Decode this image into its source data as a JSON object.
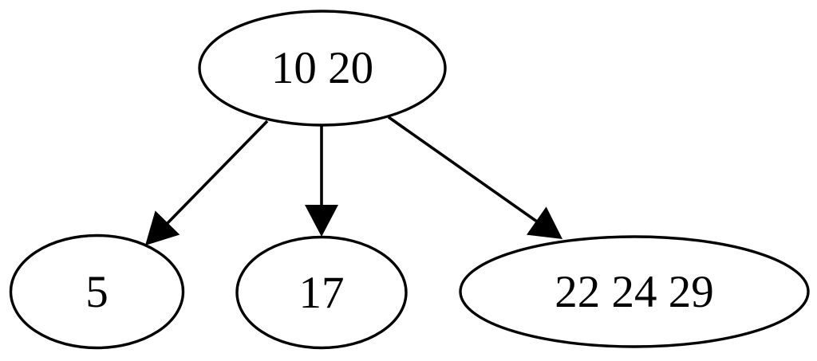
{
  "diagram": {
    "type": "tree",
    "description": "B-tree diagram with root node and three children",
    "background_color": "#ffffff",
    "stroke_color": "#000000",
    "text_color": "#000000",
    "nodes": [
      {
        "id": "root",
        "label": "10 20",
        "shape": "ellipse"
      },
      {
        "id": "left-child",
        "label": "5",
        "shape": "ellipse"
      },
      {
        "id": "middle-child",
        "label": "17",
        "shape": "ellipse"
      },
      {
        "id": "right-child",
        "label": "22 24 29",
        "shape": "ellipse"
      }
    ],
    "edges": [
      {
        "from": "10 20",
        "to": "5"
      },
      {
        "from": "10 20",
        "to": "17"
      },
      {
        "from": "10 20",
        "to": "22 24 29"
      }
    ]
  }
}
